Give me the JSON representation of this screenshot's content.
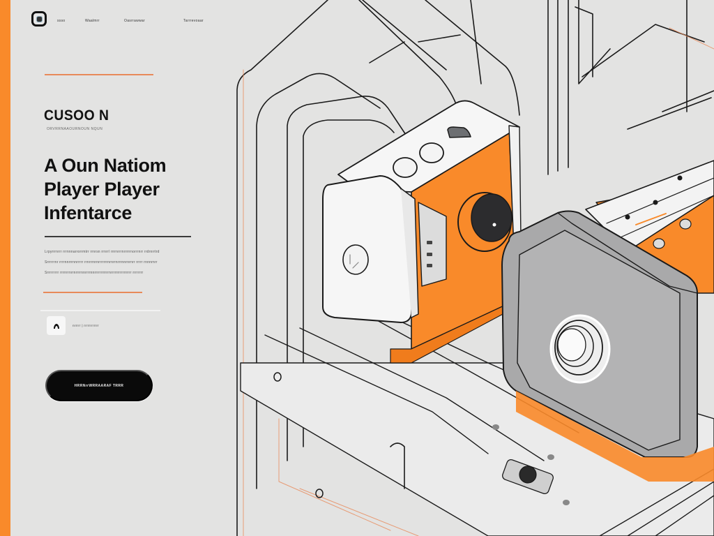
{
  "theme": {
    "accent": "#f98a2a",
    "background": "#e3e3e2",
    "text": "#111111",
    "button_bg": "#0a0a0a"
  },
  "header": {
    "logo_icon": "camera-logo-icon",
    "nav": [
      {
        "label": "ssso"
      },
      {
        "label": "Waalmrr"
      },
      {
        "label": "Oasrrawwar"
      },
      {
        "label": "Tarrrevoaar"
      }
    ]
  },
  "hero": {
    "brand": "CUSOO N",
    "brand_subtitle": "ORVRRNAAOURNOUN NQUN",
    "headline": [
      "A Oun Natiom",
      "Player Player",
      "Infentarce"
    ],
    "paragraph": [
      "Lrpyrrrnrrr rrrnnnarrorrmtrr rrnrsn rrnrrl rrrrnrrrnrrrrrnorrrnrr rrdrnrrtrd",
      "Srrrrrrnr rrrrnnrrrnnrrrrr rrnrrrnrnrrrrrrrnrnrrnrrrnnrnrnrr rrrrr rnnnrnrr",
      "Srrrrrrrrr rrrrrrrnrrnrrrrnnrrrrnnrrrrrrrrrrrnrrrrrrrrrrrrrrrr rrrrrrrr"
    ],
    "author": {
      "icon": "hand-pointer-icon",
      "text": "nrrrrr | rrrrrrrrrrrr"
    },
    "cta_label": "HRRNrrWRRAARAF TRRR"
  },
  "illustration": {
    "description": "Isometric line-art camera/media player device with orange accents",
    "accent": "#f98a2a",
    "device_gray": "#a9a9aa",
    "screen_dark": "#2c2c2e"
  }
}
